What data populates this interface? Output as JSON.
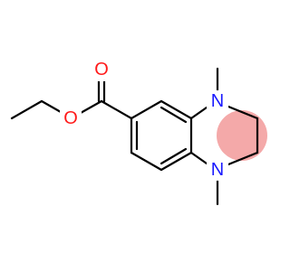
{
  "molecule": {
    "atom_labels": {
      "carbonyl_oxygen": "O",
      "ester_oxygen": "O",
      "nitrogen_top": "N",
      "nitrogen_bottom": "N"
    },
    "colors": {
      "bond": "#000000",
      "oxygen": "#ff1a1a",
      "nitrogen": "#1a1aff",
      "highlight_ring": "#f4a9a9",
      "background": "#ffffff"
    }
  }
}
